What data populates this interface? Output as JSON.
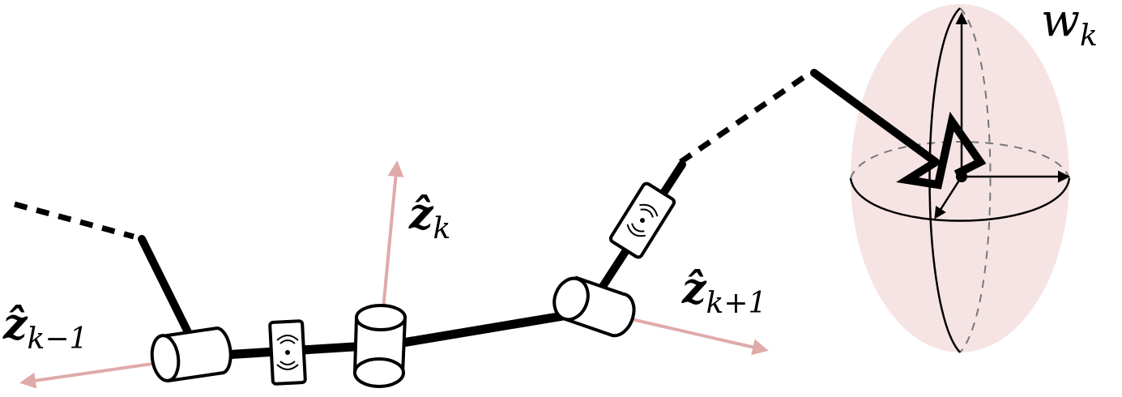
{
  "labels": {
    "z_k_minus_1": {
      "base": "ẑ",
      "sub": "k−1"
    },
    "z_k": {
      "base": "ẑ",
      "sub": "k"
    },
    "z_k_plus_1": {
      "base": "ẑ",
      "sub": "k+1"
    },
    "w_k": {
      "base": "w",
      "sub": "k"
    }
  },
  "colors": {
    "axis_arrow": "#e0aaaa",
    "workspace_fill": "#f6e4e4",
    "link": "#000000",
    "dashed_frame": "#777777"
  }
}
